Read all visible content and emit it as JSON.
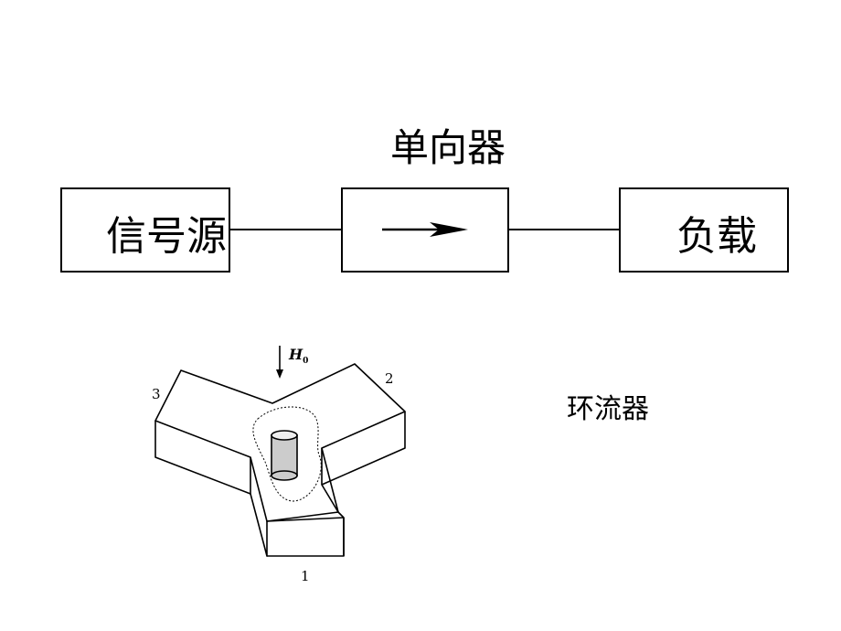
{
  "isolator": {
    "title": "单向器",
    "source_label": "信号源",
    "load_label": "负载"
  },
  "circulator": {
    "title": "环流器",
    "field_label": "H",
    "field_subscript": "0",
    "port_1": "1",
    "port_2": "2",
    "port_3": "3"
  },
  "colors": {
    "stroke": "#000000",
    "background": "#ffffff",
    "ferrite": "#cccccc"
  }
}
